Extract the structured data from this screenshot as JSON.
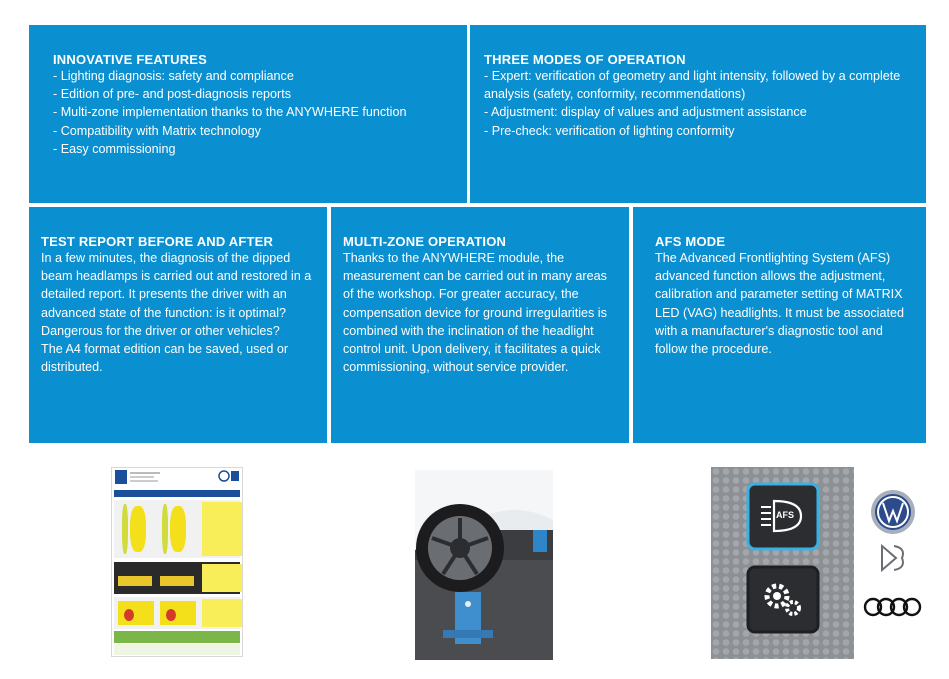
{
  "features": {
    "title": "INNOVATIVE FEATURES",
    "items": [
      "- Lighting diagnosis: safety and compliance",
      "- Edition of pre- and post-diagnosis reports",
      "- Multi-zone implementation thanks to the ANYWHERE function",
      "- Compatibility with Matrix technology",
      "- Easy commissioning"
    ]
  },
  "modes": {
    "title": "THREE MODES OF OPERATION",
    "items": [
      "- Expert: verification of geometry and light intensity, followed by a complete analysis (safety, conformity, recommendations)",
      "- Adjustment: display of values and adjustment assistance",
      "- Pre-check: verification of lighting conformity"
    ]
  },
  "test_report": {
    "title": "TEST REPORT BEFORE AND AFTER",
    "paragraphs": [
      "In a few minutes, the diagnosis of the dipped beam headlamps is carried out and restored in a detailed report. It presents the driver with an advanced state of the function: is it optimal? Dangerous for the driver or other vehicles?",
      "The A4 format edition can be saved, used or distributed."
    ]
  },
  "multizone": {
    "title": "MULTI-ZONE OPERATION",
    "paragraphs": [
      "Thanks to the ANYWHERE module, the measurement can be carried out in many areas of the workshop. For greater accuracy, the compensation device for ground irregularities is combined with the inclination of the headlight control unit. Upon delivery, it facilitates a quick commissioning, without service provider."
    ]
  },
  "afs": {
    "title": "AFS MODE",
    "paragraphs": [
      "The Advanced Frontlighting System (AFS) advanced function allows the adjustment, calibration and parameter setting of MATRIX LED (VAG) headlights. It must be associated with a manufacturer's diagnostic tool and follow the procedure."
    ],
    "button_label": "AFS"
  },
  "colors": {
    "panel": "#0a8fd0",
    "report_bar": "#1b4f9c",
    "beam": "#f3e01a",
    "ok_green": "#7ab648"
  },
  "icons": [
    "peugeot-logo",
    "headlight-afs-icon",
    "gears-icon",
    "volkswagen-logo",
    "ds-logo",
    "audi-rings-logo"
  ]
}
